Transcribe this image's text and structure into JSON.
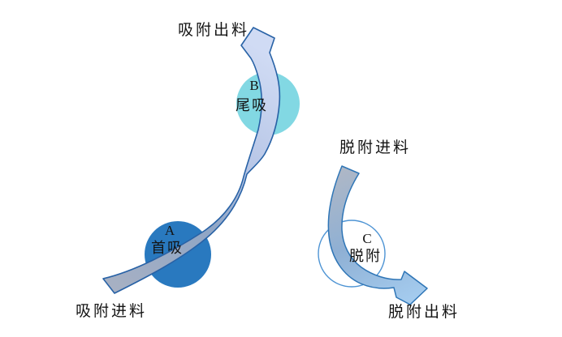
{
  "canvas": {
    "bg": "#ffffff"
  },
  "labels": {
    "adsorption_out": "吸附出料",
    "adsorption_in": "吸附进料",
    "desorption_in": "脱附进料",
    "desorption_out": "脱附出料"
  },
  "nodes": {
    "a": {
      "letter": "A",
      "name": "首吸",
      "fill": "#2979BF"
    },
    "b": {
      "letter": "B",
      "name": "尾吸",
      "fill": "#82D8E3"
    },
    "c": {
      "letter": "C",
      "name": "脱附",
      "fill": "#FFFFFF",
      "border": "#4E94D4"
    }
  },
  "colors": {
    "left_arrow_stroke": "#2862A6",
    "left_arrow_tail_gray": "#A8B1C3",
    "left_arrow_mid_blue": "#8FA5C5",
    "left_arrow_upper_light": "#B7C6E6",
    "left_arrow_head_light": "#D0DBF4",
    "right_arrow_stroke": "#2E75B6",
    "right_arrow_tail_gray": "#AEB7C6",
    "right_arrow_mid": "#8FB0D4",
    "right_arrow_head_blue": "#A4CBEE",
    "text": "#141414"
  }
}
